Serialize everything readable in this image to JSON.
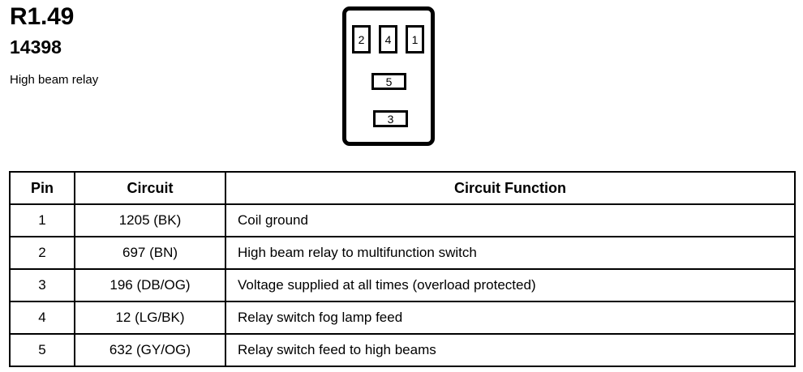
{
  "header": {
    "relay_code": "R1.49",
    "part_number": "14398",
    "description": "High beam relay"
  },
  "connector": {
    "name": "high-beam-relay-connector",
    "pins": [
      {
        "id": "pin-2",
        "label": "2",
        "shape": "tall"
      },
      {
        "id": "pin-4",
        "label": "4",
        "shape": "tall"
      },
      {
        "id": "pin-1",
        "label": "1",
        "shape": "tall"
      },
      {
        "id": "pin-5",
        "label": "5",
        "shape": "wide"
      },
      {
        "id": "pin-3",
        "label": "3",
        "shape": "wide"
      }
    ]
  },
  "table": {
    "headers": {
      "pin": "Pin",
      "circuit": "Circuit",
      "function": "Circuit Function"
    },
    "rows": [
      {
        "pin": "1",
        "circuit": "1205 (BK)",
        "function": "Coil ground"
      },
      {
        "pin": "2",
        "circuit": "697 (BN)",
        "function": "High beam relay to multifunction switch"
      },
      {
        "pin": "3",
        "circuit": "196 (DB/OG)",
        "function": "Voltage supplied at all times (overload protected)"
      },
      {
        "pin": "4",
        "circuit": "12 (LG/BK)",
        "function": "Relay switch fog lamp feed"
      },
      {
        "pin": "5",
        "circuit": "632 (GY/OG)",
        "function": "Relay switch feed to high beams"
      }
    ]
  },
  "colors": {
    "ink": "#000000",
    "background": "#ffffff"
  }
}
